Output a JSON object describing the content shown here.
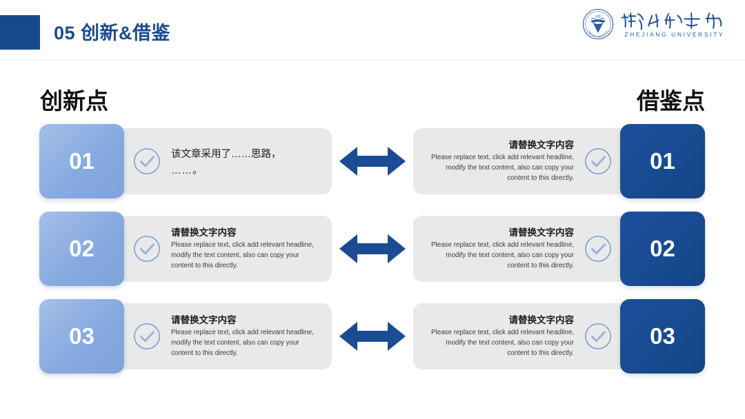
{
  "header": {
    "title": "05 创新&借鉴",
    "accent_color": "#174a8b",
    "title_color": "#1b4a8f"
  },
  "logo": {
    "name_en": "ZHEJIANG  UNIVERSITY",
    "emblem_name": "zhejiang-university-emblem",
    "wordmark_name": "zhejiang-university-wordmark-cn"
  },
  "columns": {
    "left_title": "创新点",
    "right_title": "借鉴点"
  },
  "colors": {
    "dark_blue": "#174a8f",
    "light_blue": "#86aae0",
    "panel_gray": "#e9e9e9",
    "check_stroke": "#7b9ad4"
  },
  "rows": [
    {
      "number": "01",
      "left": {
        "heading": "该文章采用了……思路，",
        "body": "……。",
        "style": "single"
      },
      "right": {
        "heading": "请替换文字内容",
        "body": "Please replace text, click add relevant headline, modify the text content, also can copy your content to this directly.",
        "style": "normal"
      }
    },
    {
      "number": "02",
      "left": {
        "heading": "请替换文字内容",
        "body": "Please replace text, click add relevant headline, modify the text content, also can copy your content to this directly.",
        "style": "normal"
      },
      "right": {
        "heading": "请替换文字内容",
        "body": "Please replace text, click add relevant headline, modify the text content, also can copy your content to this directly.",
        "style": "normal"
      }
    },
    {
      "number": "03",
      "left": {
        "heading": "请替换文字内容",
        "body": "Please replace text, click add relevant headline, modify the text content, also can copy your content to this directly.",
        "style": "normal"
      },
      "right": {
        "heading": "请替换文字内容",
        "body": "Please replace text, click add relevant headline, modify the text content, also can copy your content to this directly.",
        "style": "normal"
      }
    }
  ]
}
